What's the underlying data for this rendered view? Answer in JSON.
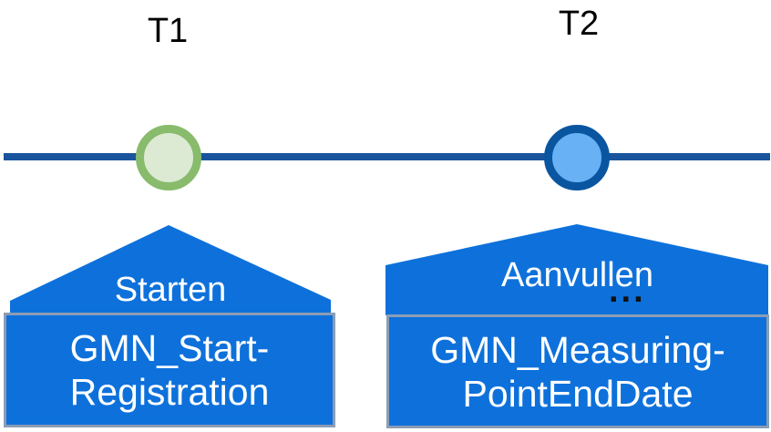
{
  "colors": {
    "background": "#FFFFFF",
    "timeline": "#19549C",
    "callout_fill": "#0E71DB",
    "callout_border": "#8C9DB5",
    "callout_text": "#FFFFFF",
    "label_text": "#000000",
    "t1_marker_ring": "#88BB6B",
    "t1_marker_fill": "#DCEAD3",
    "t2_marker_ring": "#0A55A0",
    "t2_marker_fill": "#67B1F4",
    "ellipsis_color": "#111111"
  },
  "t1": {
    "label": "T1",
    "action": "Starten",
    "event_line1": "GMN_Start-",
    "event_line2": "Registration"
  },
  "t2": {
    "label": "T2",
    "action": "Aanvullen",
    "ellipsis": "...",
    "event_line1": "GMN_Measuring-",
    "event_line2": "PointEndDate"
  }
}
